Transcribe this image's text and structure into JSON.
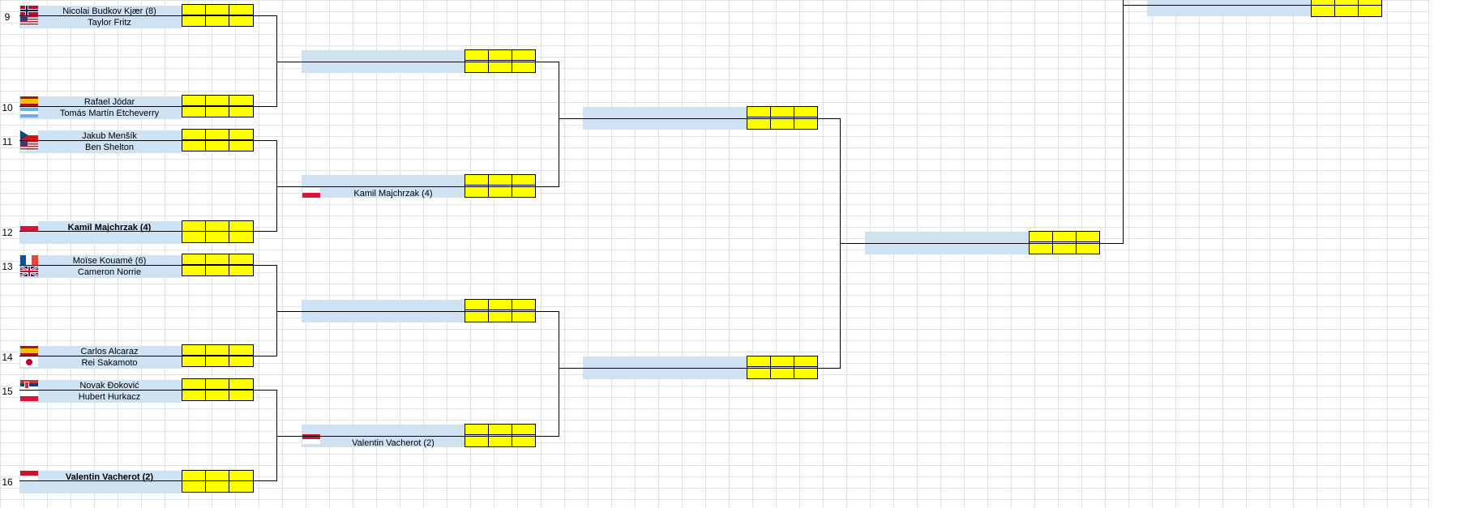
{
  "app": {
    "title": "Tennis bracket spreadsheet"
  },
  "rows": {
    "r9": "9",
    "r10": "10",
    "r11": "11",
    "r12": "12",
    "r13": "13",
    "r14": "14",
    "r15": "15",
    "r16": "16"
  },
  "round1": {
    "m9": {
      "p1": "Nicolai Budkov Kjær (8)",
      "p2": "Taylor Fritz"
    },
    "m10": {
      "p1": "Rafael Jódar",
      "p2": "Tomás Martín Etcheverry"
    },
    "m11": {
      "p1": "Jakub Menšík",
      "p2": "Ben Shelton"
    },
    "m12": {
      "p1": "Kamil Majchrzak (4)"
    },
    "m13": {
      "p1": "Moïse Kouamé (6)",
      "p2": "Cameron Norrie"
    },
    "m14": {
      "p1": "Carlos Alcaraz",
      "p2": "Rei Sakamoto"
    },
    "m15": {
      "p1": "Novak Đoković",
      "p2": "Hubert Hurkacz"
    },
    "m16": {
      "p1": "Valentin Vacherot (2)"
    }
  },
  "round2": {
    "a": {
      "p1": "",
      "p2": ""
    },
    "b": {
      "p1": "",
      "p2": "Kamil Majchrzak (4)"
    },
    "c": {
      "p1": "",
      "p2": ""
    },
    "d": {
      "p1": "",
      "p2": "Valentin Vacherot (2)"
    }
  },
  "flags": [
    "norway",
    "usa",
    "spain",
    "argentina",
    "czechia",
    "usa",
    "poland",
    "france",
    "uk",
    "spain",
    "japan",
    "serbia",
    "poland",
    "monaco",
    "poland",
    "monaco"
  ]
}
